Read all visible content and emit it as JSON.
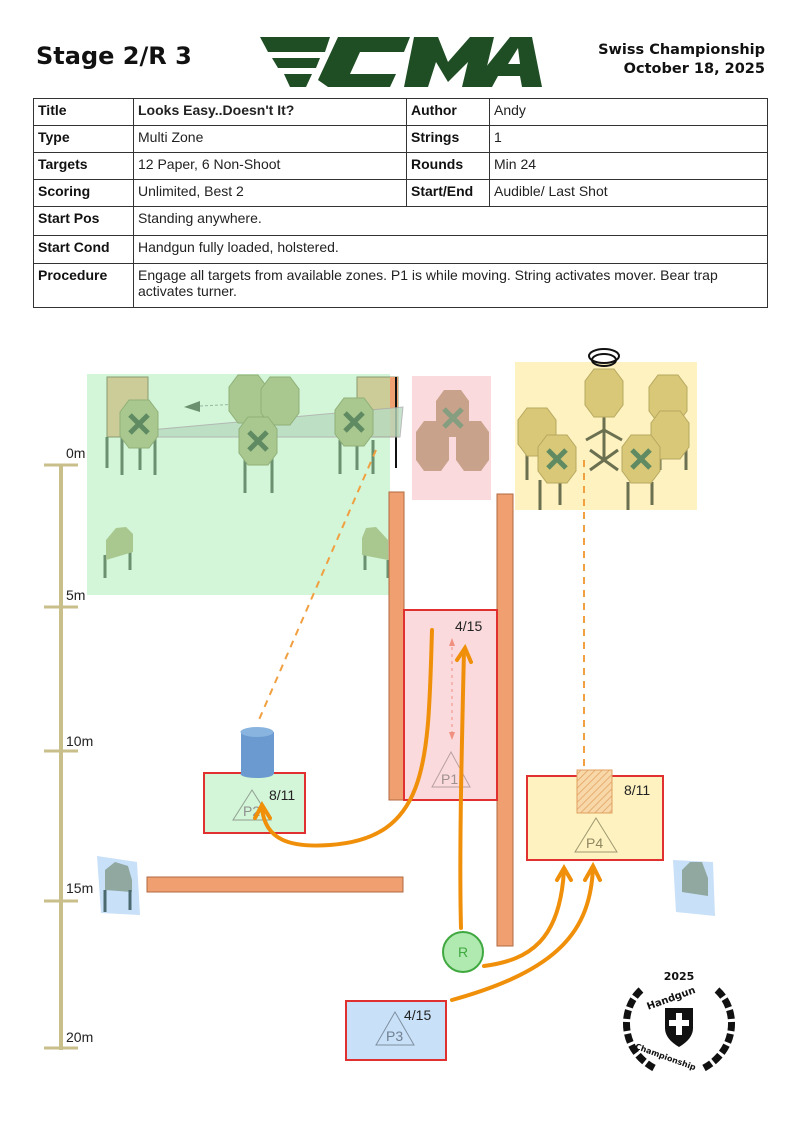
{
  "header": {
    "stage": "Stage 2/R 3",
    "logo_text": "CMA",
    "event": "Swiss Championship",
    "date": "October 18, 2025"
  },
  "info": {
    "title_label": "Title",
    "title": "Looks Easy..Doesn't It?",
    "author_label": "Author",
    "author": "Andy",
    "type_label": "Type",
    "type": "Multi Zone",
    "strings_label": "Strings",
    "strings": "1",
    "targets_label": "Targets",
    "targets": "12 Paper, 6 Non-Shoot",
    "rounds_label": "Rounds",
    "rounds": "Min 24",
    "scoring_label": "Scoring",
    "scoring": "Unlimited, Best 2",
    "startend_label": "Start/End",
    "startend": "Audible/ Last Shot",
    "startpos_label": "Start Pos",
    "startpos": "Standing anywhere.",
    "startcond_label": "Start Cond",
    "startcond": "Handgun fully loaded, holstered.",
    "procedure_label": "Procedure",
    "procedure": "Engage all targets from available zones. P1 is while moving. String activates mover. Bear trap activates turner."
  },
  "scale": [
    "0m",
    "5m",
    "10m",
    "15m",
    "20m"
  ],
  "positions": {
    "p1": {
      "label": "P1",
      "count": "4/15"
    },
    "p2": {
      "label": "P2",
      "count": "8/11"
    },
    "p3": {
      "label": "P3",
      "count": "4/15"
    },
    "p4": {
      "label": "P4",
      "count": "8/11"
    },
    "start": "R"
  },
  "badge": {
    "year": "2025",
    "line1": "Handgun",
    "line2": "Championship"
  },
  "colors": {
    "logo": "#1f4d24",
    "wall": "#f0a070",
    "route": "#f0900a",
    "green_zone": "#d3f5d8",
    "pink_zone": "#fadadd",
    "yellow_zone": "#fdf2c0",
    "blue_zone": "#c8e0f8"
  }
}
